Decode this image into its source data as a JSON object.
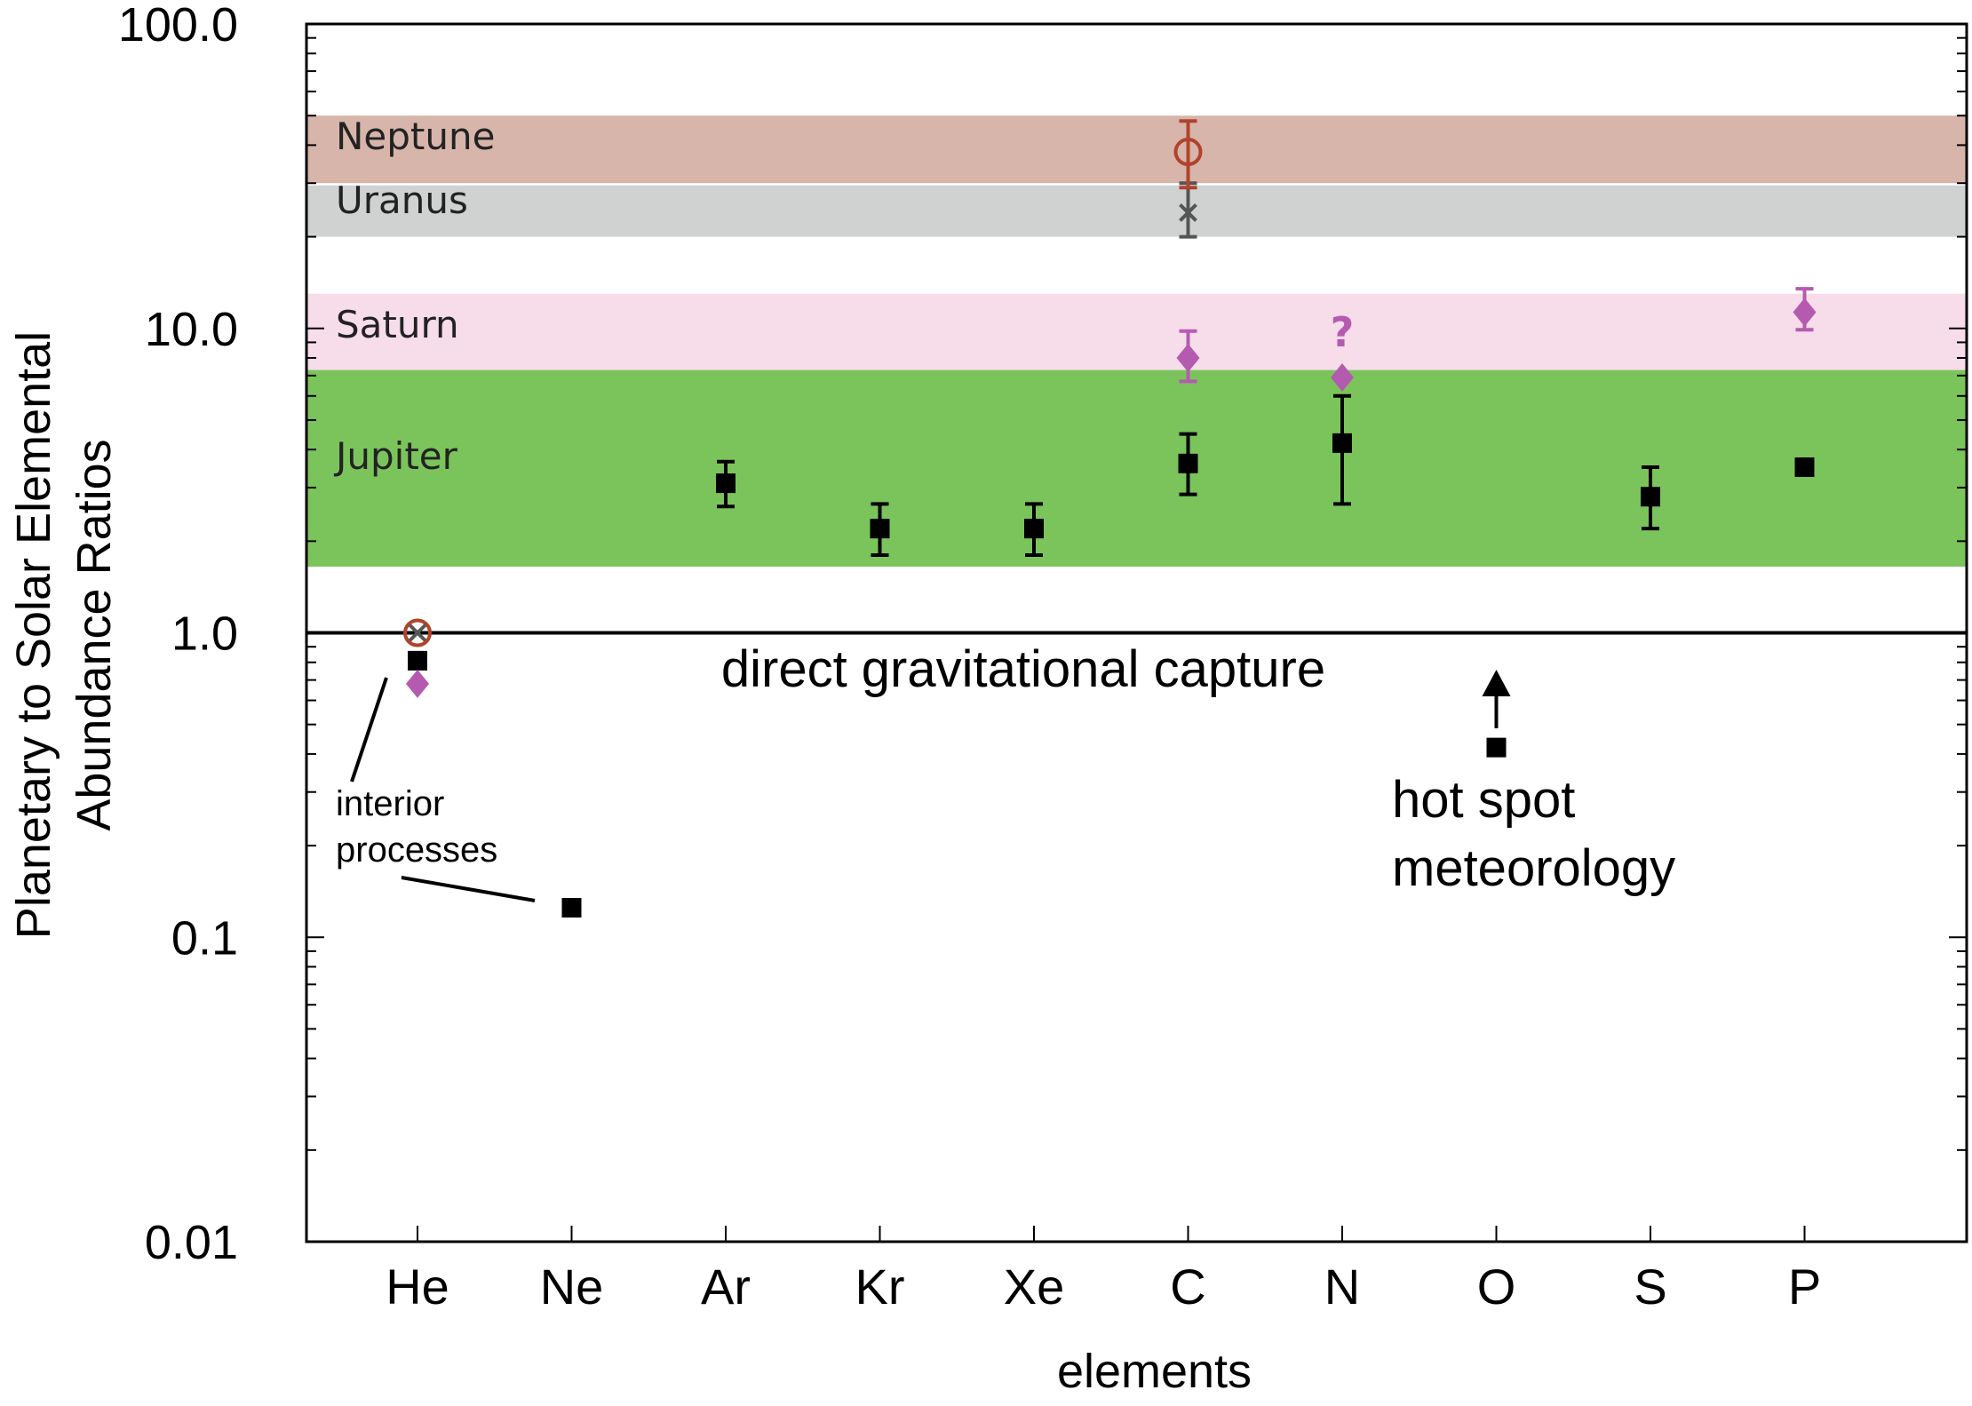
{
  "chart_data": {
    "type": "scatter",
    "xlabel": "elements",
    "ylabel_lines": [
      "Planetary to Solar Elemental",
      "Abundance Ratios"
    ],
    "yscale": "log",
    "ylim": [
      0.01,
      100
    ],
    "yticks": [
      {
        "value": 100,
        "label": "100.0"
      },
      {
        "value": 10,
        "label": "10.0"
      },
      {
        "value": 1,
        "label": "1.0"
      },
      {
        "value": 0.1,
        "label": "0.1"
      },
      {
        "value": 0.01,
        "label": "0.01"
      }
    ],
    "categories": [
      "He",
      "Ne",
      "Ar",
      "Kr",
      "Xe",
      "C",
      "N",
      "O",
      "S",
      "P"
    ],
    "reference_line": 1.0,
    "bands": [
      {
        "name": "Neptune",
        "low": 30,
        "high": 50,
        "color": "#d7b5ab"
      },
      {
        "name": "Uranus",
        "low": 20,
        "high": 29.5,
        "color": "#d0d1d1"
      },
      {
        "name": "Saturn",
        "low": 7.3,
        "high": 13,
        "color": "#f7dcea"
      },
      {
        "name": "Jupiter",
        "low": 1.65,
        "high": 7.3,
        "color": "#7bc45c"
      }
    ],
    "series": [
      {
        "name": "Jupiter",
        "marker": "square",
        "color": "#000000",
        "points": [
          {
            "x": "He",
            "y": 0.81
          },
          {
            "x": "Ne",
            "y": 0.125
          },
          {
            "x": "Ar",
            "y": 3.1,
            "low": 2.6,
            "high": 3.65
          },
          {
            "x": "Kr",
            "y": 2.2,
            "low": 1.8,
            "high": 2.65
          },
          {
            "x": "Xe",
            "y": 2.2,
            "low": 1.8,
            "high": 2.65
          },
          {
            "x": "C",
            "y": 3.6,
            "low": 2.85,
            "high": 4.5
          },
          {
            "x": "N",
            "y": 4.2,
            "low": 2.65,
            "high": 6.0
          },
          {
            "x": "O",
            "y": 0.42
          },
          {
            "x": "S",
            "y": 2.8,
            "low": 2.2,
            "high": 3.5
          },
          {
            "x": "P",
            "y": 3.5
          }
        ]
      },
      {
        "name": "Saturn",
        "marker": "diamond",
        "color": "#b45bb0",
        "points": [
          {
            "x": "He",
            "y": 0.68
          },
          {
            "x": "C",
            "y": 8.0,
            "low": 6.7,
            "high": 9.8
          },
          {
            "x": "N",
            "y": 6.9
          },
          {
            "x": "P",
            "y": 11.3,
            "low": 9.9,
            "high": 13.5
          }
        ]
      },
      {
        "name": "Uranus",
        "marker": "x",
        "color": "#555555",
        "points": [
          {
            "x": "He",
            "y": 1.0
          },
          {
            "x": "C",
            "y": 24,
            "low": 20,
            "high": 30
          }
        ]
      },
      {
        "name": "Neptune",
        "marker": "circle",
        "color": "#b0432a",
        "points": [
          {
            "x": "He",
            "y": 1.0
          },
          {
            "x": "C",
            "y": 38,
            "low": 29,
            "high": 48
          }
        ]
      }
    ],
    "annotations": {
      "direct_capture": "direct gravitational capture",
      "interior_line1": "interior",
      "interior_line2": "processes",
      "hotspot_line1": "hot spot",
      "hotspot_line2": "meteorology",
      "saturn_n_mark": "?"
    }
  }
}
